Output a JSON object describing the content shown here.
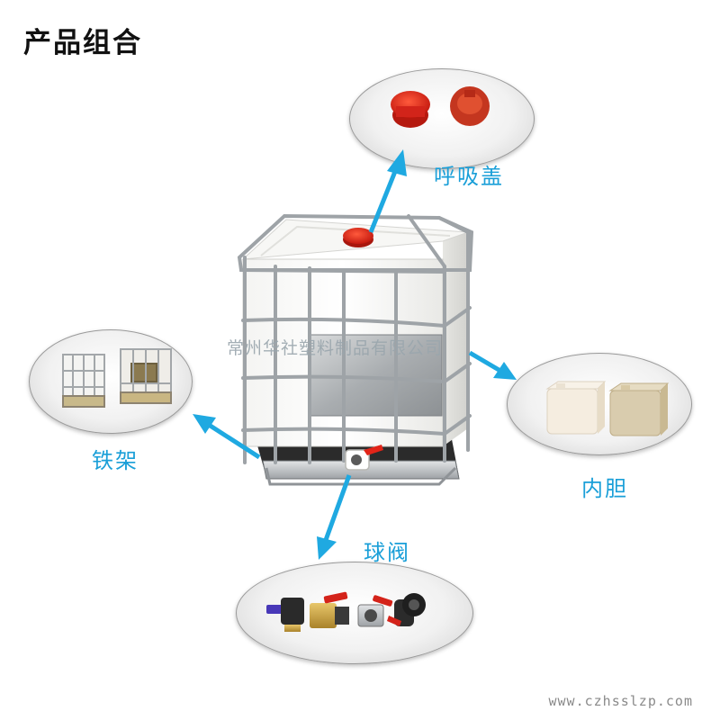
{
  "title": "产品组合",
  "labels": {
    "cap": "呼吸盖",
    "frame": "铁架",
    "bladder": "内胆",
    "valve": "球阀"
  },
  "watermark": "常州华社塑料制品有限公司",
  "website": "www.czhsslzp.com",
  "colors": {
    "arrow": "#1fa9e1",
    "label": "#1a9fd8",
    "cap_red": "#e8281c"
  }
}
